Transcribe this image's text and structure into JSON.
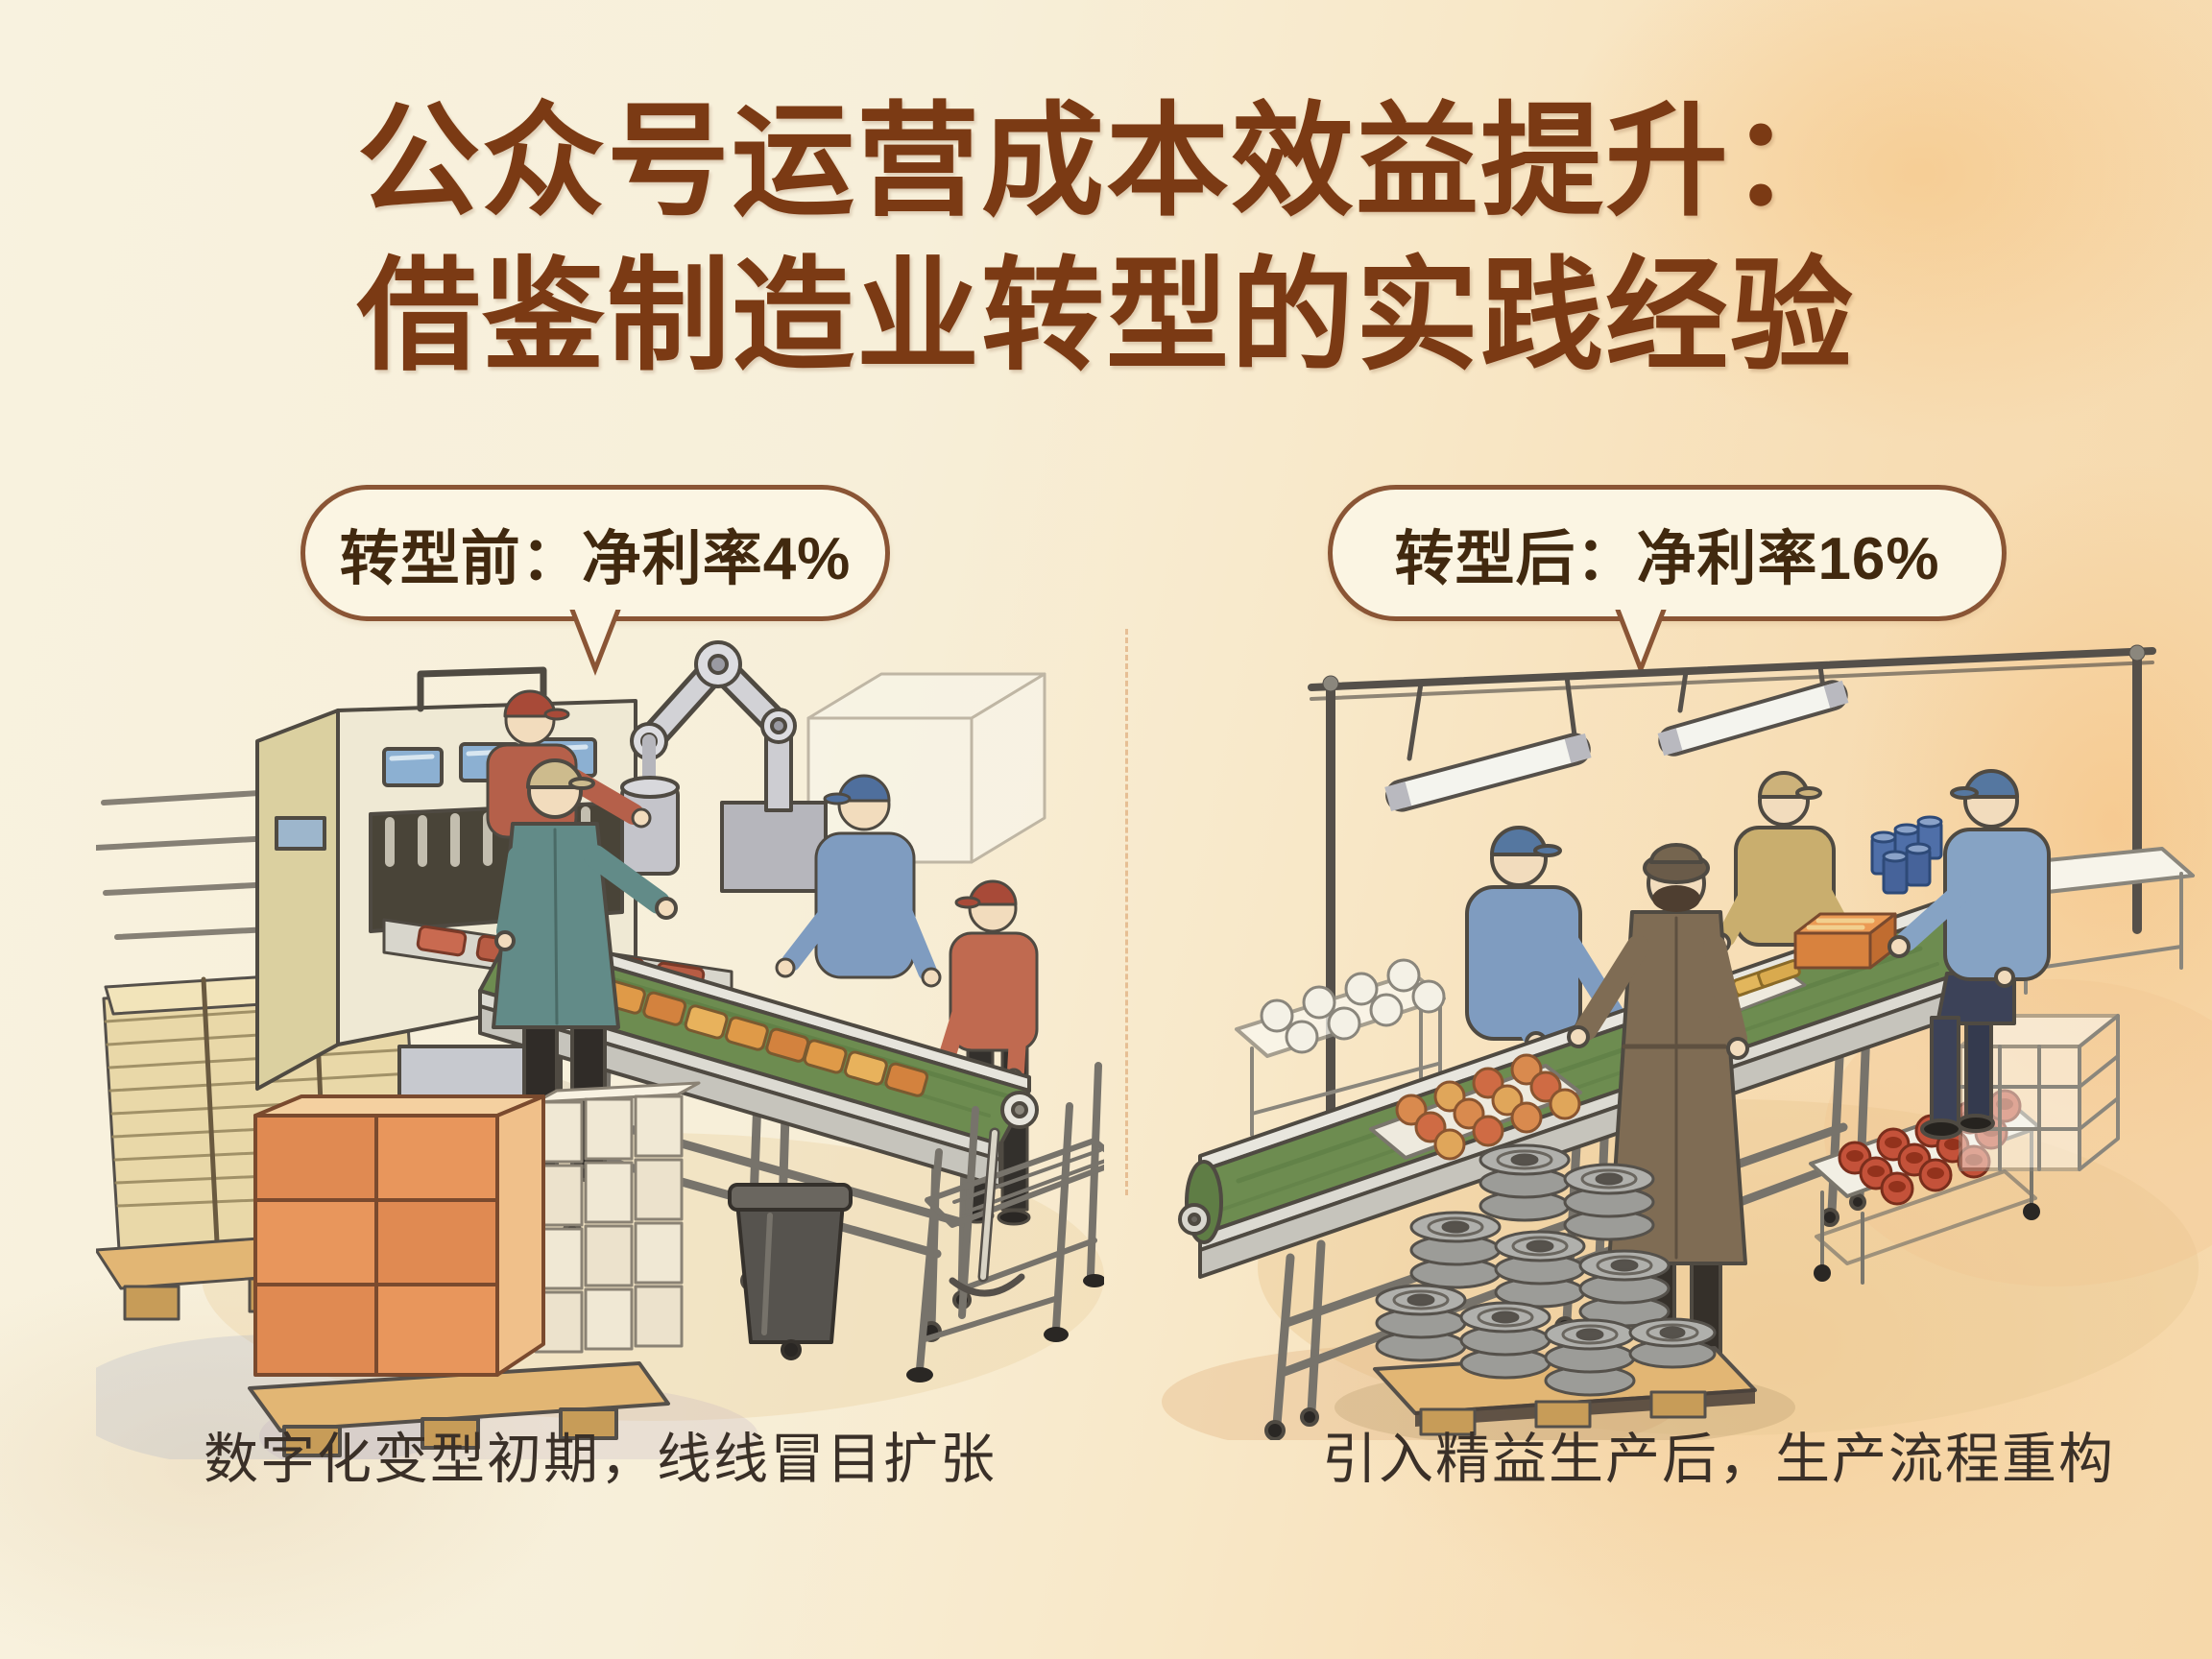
{
  "poster": {
    "title": {
      "line1": "公众号运营成本效益提升：",
      "line2": "借鉴制造业转型的实践经验"
    },
    "before": {
      "callout": "转型前：净利率4%",
      "net_margin": "4%",
      "caption": "数字化变型初期，线线冒目扩张"
    },
    "after": {
      "callout": "转型后：净利率16%",
      "net_margin": "16%",
      "caption": "引入精益生产后，生产流程重构"
    },
    "colors": {
      "paper": "#f8f1de",
      "peach_wash": "#f6d8aa",
      "title_brown": "#7b3a14",
      "callout_border": "#8a5535",
      "callout_bg": "#fbf5e3",
      "callout_text": "#41290f",
      "caption_text": "#3a3028",
      "belt_green": "#6d8c50",
      "divider_orange": "#c87837"
    }
  }
}
